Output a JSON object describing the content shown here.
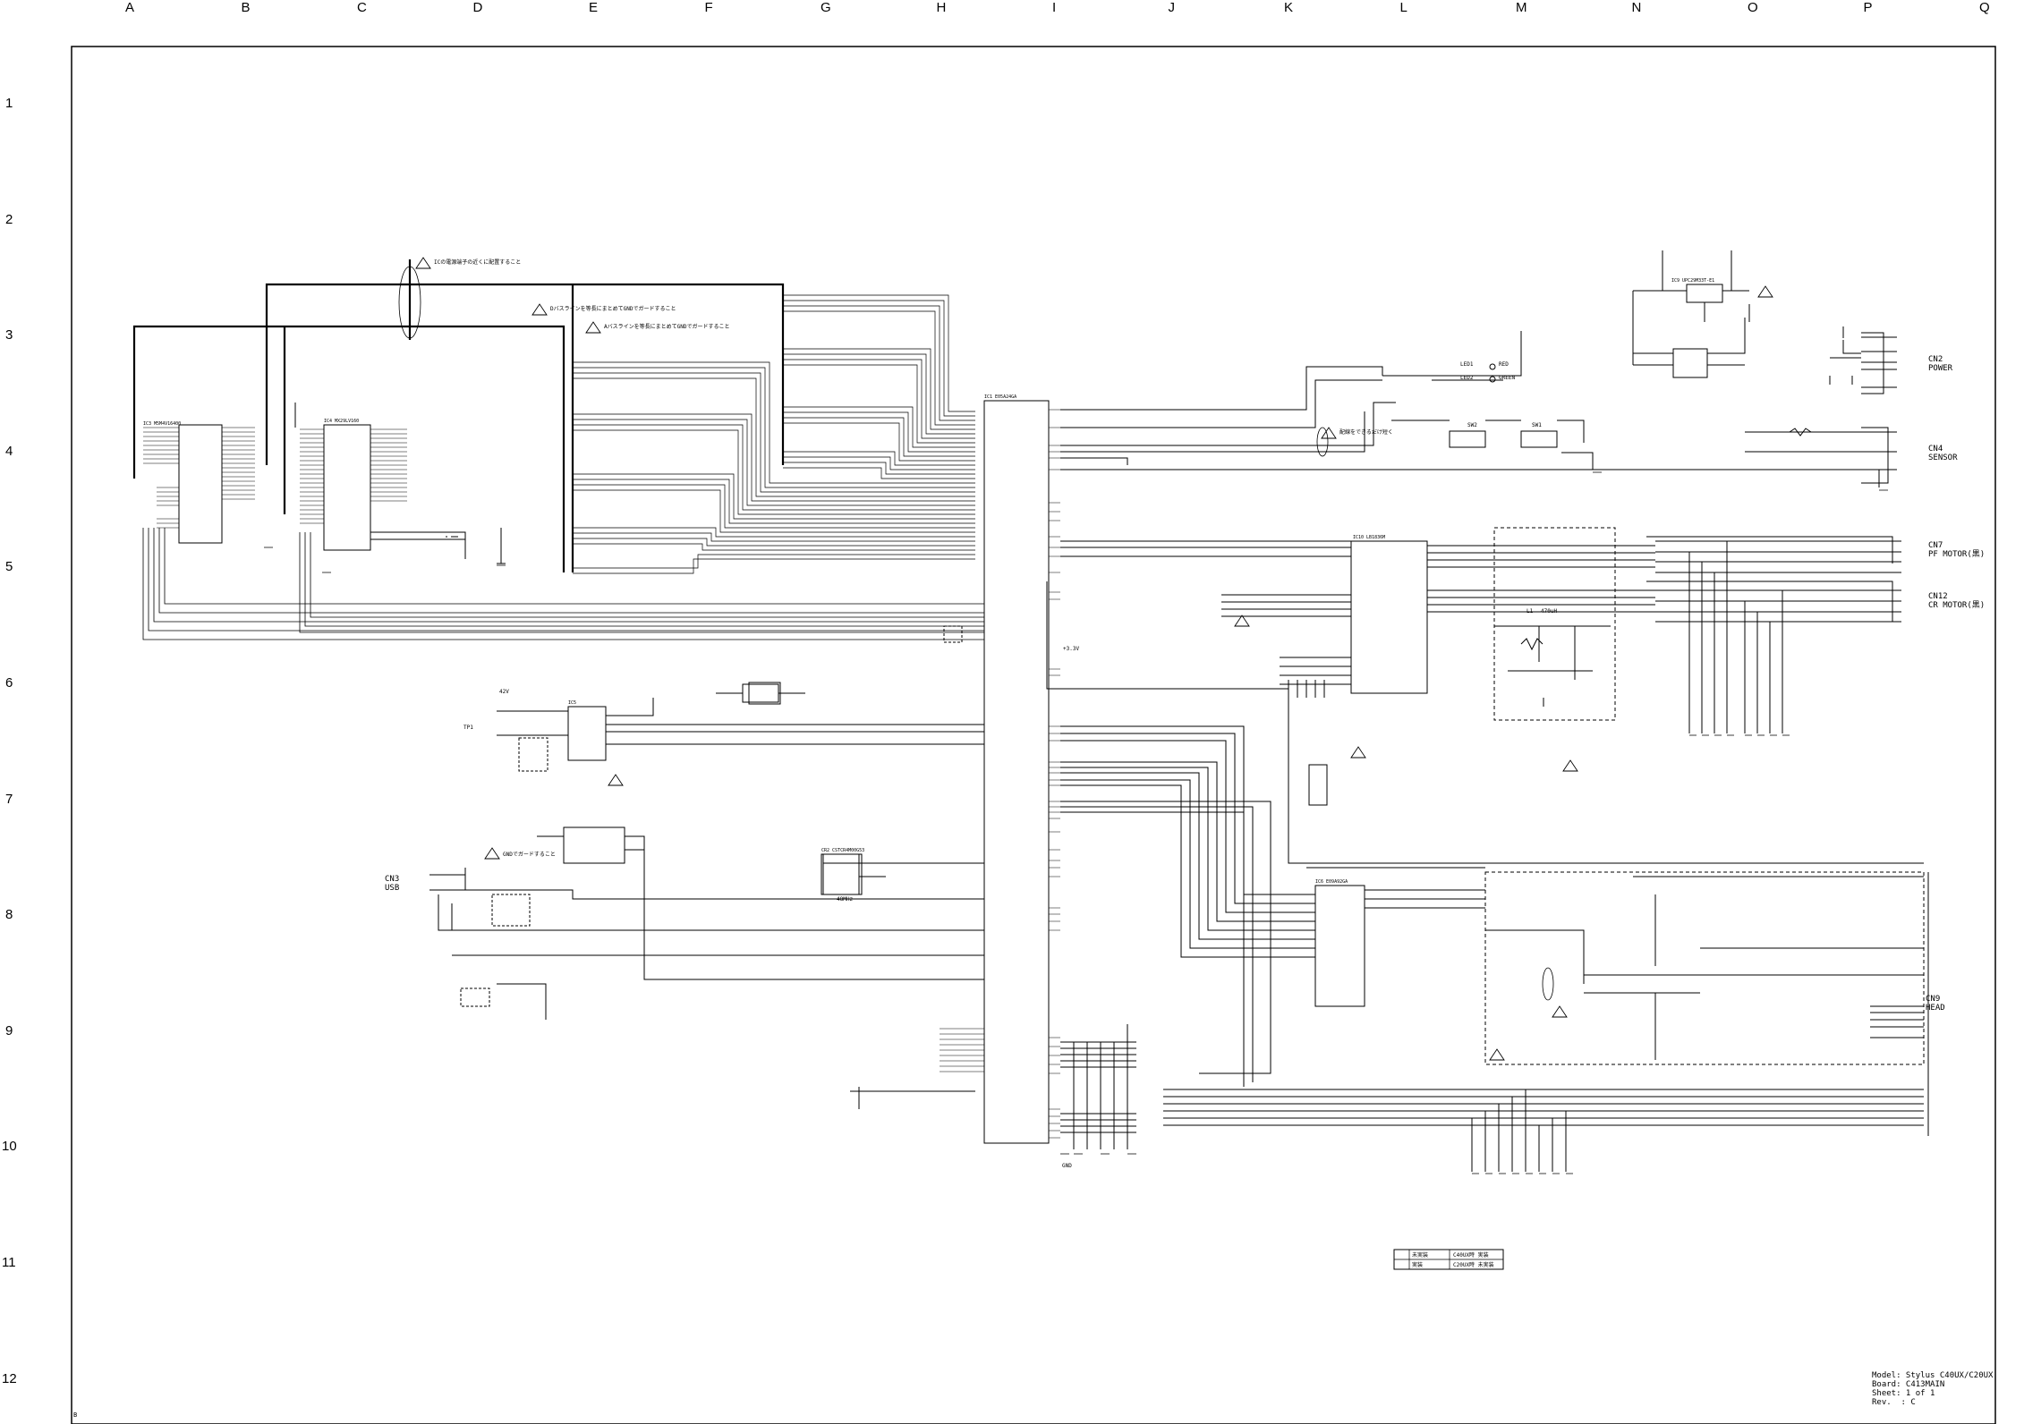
{
  "columns": [
    "A",
    "B",
    "C",
    "D",
    "E",
    "F",
    "G",
    "H",
    "I",
    "J",
    "K",
    "L",
    "M",
    "N",
    "O",
    "P",
    "Q"
  ],
  "rows": [
    "1",
    "2",
    "3",
    "4",
    "5",
    "6",
    "7",
    "8",
    "9",
    "10",
    "11",
    "12"
  ],
  "title_block": {
    "model": "Model: Stylus C40UX/C20UX",
    "board": "Board: C413MAIN",
    "sheet": "Sheet: 1 of 1",
    "rev": "Rev.  : C"
  },
  "connectors": {
    "cn2": {
      "ref": "CN2",
      "name": "POWER"
    },
    "cn4": {
      "ref": "CN4",
      "name": "SENSOR"
    },
    "cn7": {
      "ref": "CN7",
      "name": "PF MOTOR(黒)"
    },
    "cn12": {
      "ref": "CN12",
      "name": "CR MOTOR(黒)"
    },
    "cn3": {
      "ref": "CN3",
      "name": "USB"
    },
    "cn9": {
      "ref": "CN9",
      "name": "HEAD"
    }
  },
  "net_labels": {
    "v42": "42V",
    "v33": "+3.3V",
    "gnd": "GND",
    "tp1": "TP1",
    "led1": "LED1",
    "led2": "LED2",
    "red": "RED",
    "green": "GREEN",
    "sw2": "SW2",
    "sw1": "SW1",
    "l1": "L1",
    "l1_val": "470uH",
    "ic1": "IC1",
    "ic1_part": "E05A24GA",
    "ic10": "IC10",
    "ic10_part": "LB1836M",
    "ic6": "IC6",
    "ic6_part": "E09A92GA",
    "ic9": "IC9",
    "ic9_part": "UPC29M33T-E1",
    "ic3": "IC3",
    "ic4": "IC4",
    "ic3_part": "M5M4V16400",
    "ic4_part": "MX29LV160",
    "cr2": "CR2",
    "cr2_part": "CSTCR4M00G53",
    "xtal": "48MHz"
  },
  "notes": {
    "n1": "Dバスラインを等長にまとめてGNDでガードすること",
    "n2": "Aバスラインを等長にまとめてGNDでガードすること",
    "n3": "GNDでガードすること",
    "n4": "配線をできるだけ短く",
    "n5": "ICの電源端子の近くに配置すること"
  },
  "revision_table": {
    "r1_code": "未実装",
    "r1_desc": "C40UX時 実装",
    "r2_code": "実装",
    "r2_desc": "C20UX時 未実装"
  },
  "frame_marker": "B"
}
